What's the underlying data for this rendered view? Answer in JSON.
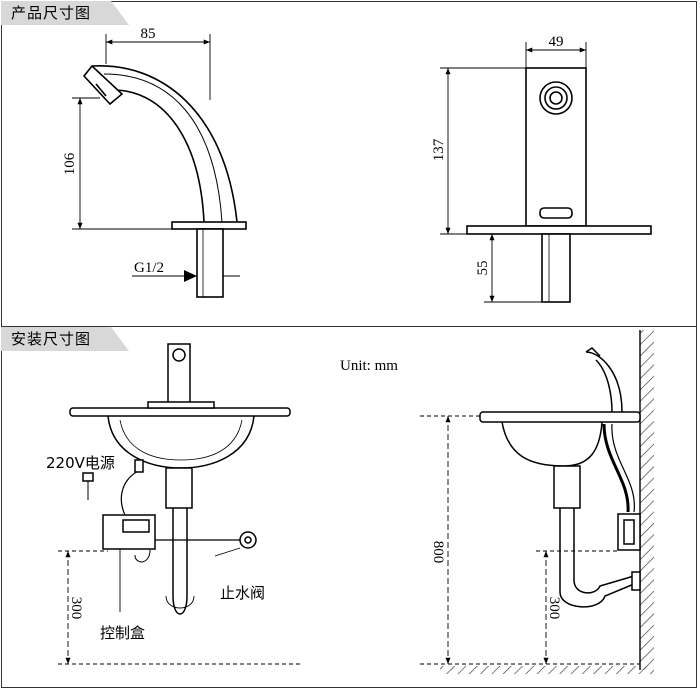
{
  "sections": {
    "product_title": "产品尺寸图",
    "install_title": "安装尺寸图"
  },
  "dims": {
    "spout_reach": "85",
    "height_side": "106",
    "thread": "G1/2",
    "width_front": "49",
    "height_front": "137",
    "shank_len": "55",
    "install_height": "800",
    "ctrl_height_left": "300",
    "ctrl_height_right": "300"
  },
  "labels": {
    "unit": "Unit: mm",
    "power": "220V电源",
    "valve": "止水阀",
    "control_box": "控制盒"
  }
}
